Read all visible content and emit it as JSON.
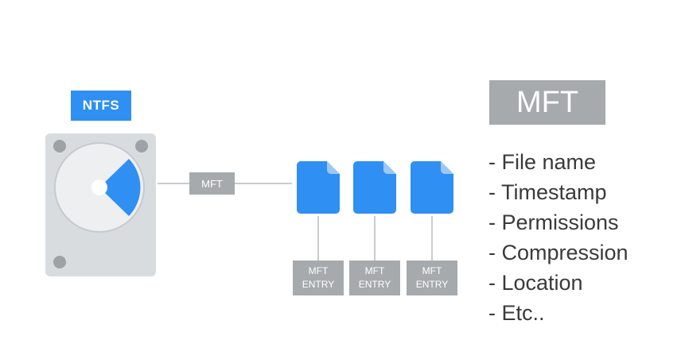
{
  "badge": {
    "label": "NTFS"
  },
  "connector": {
    "label": "MFT"
  },
  "entries": [
    {
      "line1": "MFT",
      "line2": "ENTRY"
    },
    {
      "line1": "MFT",
      "line2": "ENTRY"
    },
    {
      "line1": "MFT",
      "line2": "ENTRY"
    }
  ],
  "panel": {
    "title": "MFT",
    "items": [
      "- File name",
      "- Timestamp",
      "- Permissions",
      "- Compression",
      "- Location",
      "- Etc.."
    ]
  },
  "colors": {
    "accent_blue": "#2f8ff2",
    "tag_gray": "#a6aaad",
    "drive_gray": "#d9dcdf",
    "platter": "#eeeff1"
  },
  "icons": [
    "hard-drive-icon",
    "file-icon"
  ]
}
